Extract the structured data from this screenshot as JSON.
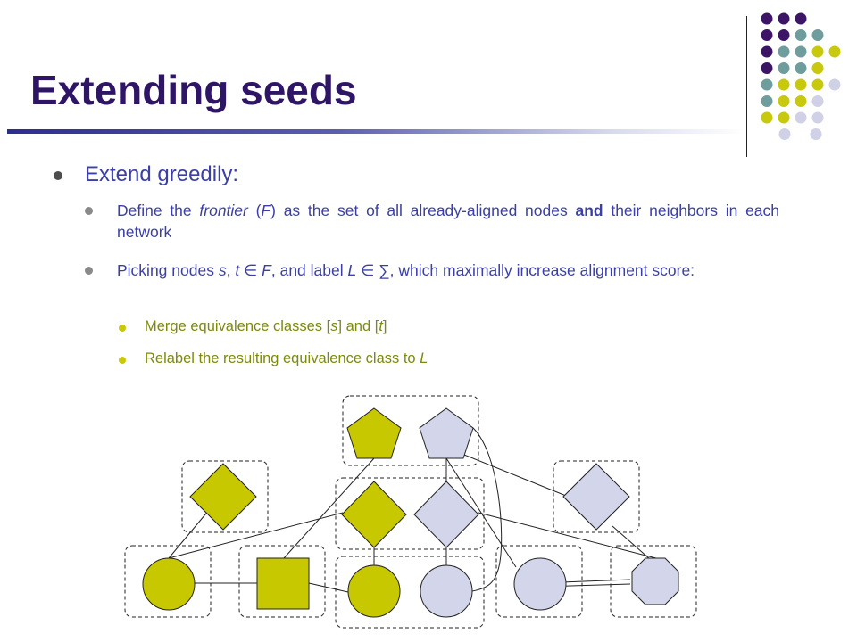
{
  "slide": {
    "title": "Extending seeds"
  },
  "bullets": {
    "level1": "Extend greedily:",
    "items": [
      {
        "parts": [
          {
            "t": "Define the ",
            "s": ""
          },
          {
            "t": "frontier",
            "s": "i"
          },
          {
            "t": " (",
            "s": ""
          },
          {
            "t": "F",
            "s": "i"
          },
          {
            "t": ") as the set of all already-aligned nodes ",
            "s": ""
          },
          {
            "t": "and",
            "s": "b"
          },
          {
            "t": " their neighbors in each network",
            "s": ""
          }
        ]
      },
      {
        "parts": [
          {
            "t": "Picking nodes ",
            "s": ""
          },
          {
            "t": "s",
            "s": "i"
          },
          {
            "t": ", ",
            "s": ""
          },
          {
            "t": "t",
            "s": "i"
          },
          {
            "t": " ∈ ",
            "s": ""
          },
          {
            "t": "F",
            "s": "i"
          },
          {
            "t": ", and label ",
            "s": ""
          },
          {
            "t": "L",
            "s": "i"
          },
          {
            "t": " ∈ ∑, which maximally increase alignment score:",
            "s": ""
          }
        ]
      }
    ],
    "subitems": [
      {
        "parts": [
          {
            "t": "Merge equivalence classes [",
            "s": ""
          },
          {
            "t": "s",
            "s": "i"
          },
          {
            "t": "] and [",
            "s": ""
          },
          {
            "t": "t",
            "s": "i"
          },
          {
            "t": "]",
            "s": ""
          }
        ]
      },
      {
        "parts": [
          {
            "t": "Relabel the resulting equivalence class to ",
            "s": ""
          },
          {
            "t": "L",
            "s": "i"
          }
        ]
      }
    ]
  },
  "colors": {
    "title": "#2e1566",
    "text": "#3b3fa6",
    "subtext": "#7d8a0c",
    "node_yellow": "#c8c800",
    "node_lavender": "#d3d6ea",
    "deco_purple": "#3d1566",
    "deco_teal": "#6f9c9c",
    "deco_yellow": "#c8c80c",
    "deco_lavender": "#d0d0e6"
  },
  "diagram": {
    "nodes": [
      {
        "name": "pentagon-yellow-node",
        "shape": "pentagon",
        "color": "yellow"
      },
      {
        "name": "pentagon-lavender-node",
        "shape": "pentagon",
        "color": "lavender"
      },
      {
        "name": "diamond-yellow-left-node",
        "shape": "diamond",
        "color": "yellow"
      },
      {
        "name": "diamond-yellow-center-node",
        "shape": "diamond",
        "color": "yellow"
      },
      {
        "name": "diamond-lavender-center-node",
        "shape": "diamond",
        "color": "lavender"
      },
      {
        "name": "diamond-lavender-right-node",
        "shape": "diamond",
        "color": "lavender"
      },
      {
        "name": "circle-yellow-left-node",
        "shape": "circle",
        "color": "yellow"
      },
      {
        "name": "square-yellow-node",
        "shape": "square",
        "color": "yellow"
      },
      {
        "name": "circle-yellow-center-node",
        "shape": "circle",
        "color": "yellow"
      },
      {
        "name": "circle-lavender-center-node",
        "shape": "circle",
        "color": "lavender"
      },
      {
        "name": "circle-lavender-right-node",
        "shape": "circle",
        "color": "lavender"
      },
      {
        "name": "octagon-lavender-node",
        "shape": "octagon",
        "color": "lavender"
      }
    ]
  }
}
